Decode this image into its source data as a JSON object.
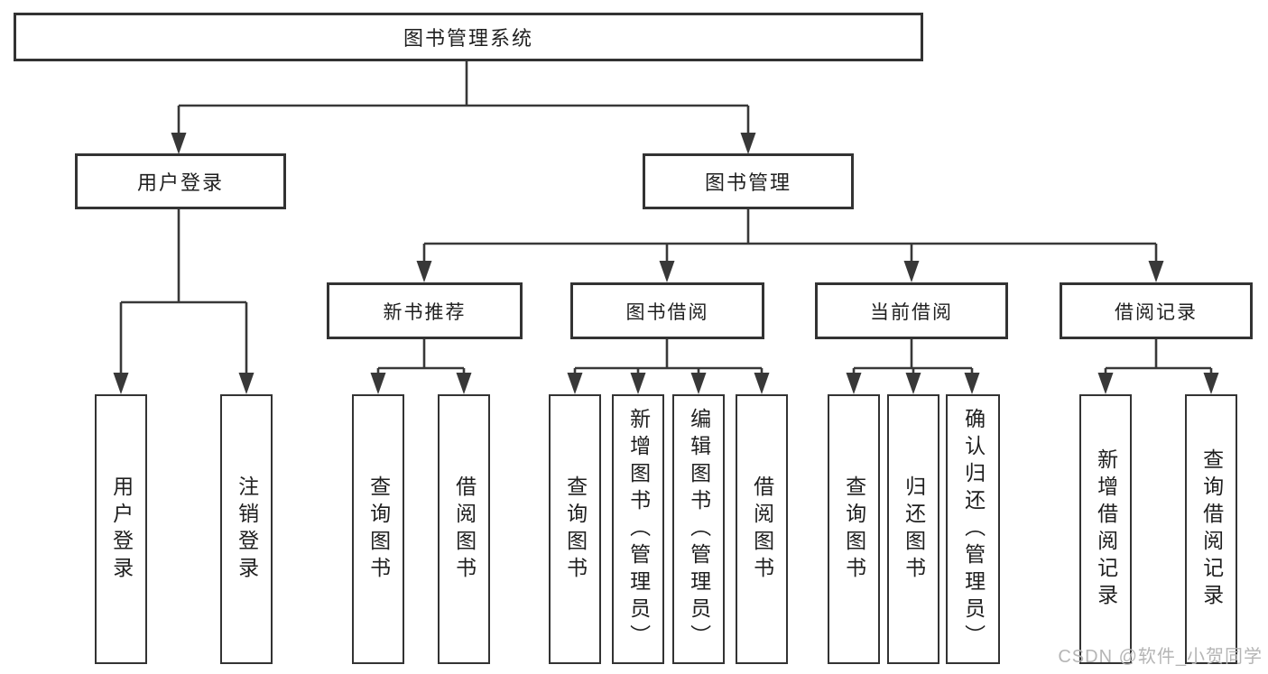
{
  "diagram": {
    "title": "图书管理系统",
    "root": {
      "label": "图书管理系统"
    },
    "branches": [
      {
        "label": "用户登录",
        "children": [
          {
            "label": "用户登录"
          },
          {
            "label": "注销登录"
          }
        ]
      },
      {
        "label": "图书管理",
        "groups": [
          {
            "label": "新书推荐",
            "children": [
              {
                "label": "查询图书"
              },
              {
                "label": "借阅图书"
              }
            ]
          },
          {
            "label": "图书借阅",
            "children": [
              {
                "label": "查询图书"
              },
              {
                "label": "新增图书（管理员）"
              },
              {
                "label": "编辑图书（管理员）"
              },
              {
                "label": "借阅图书"
              }
            ]
          },
          {
            "label": "当前借阅",
            "children": [
              {
                "label": "查询图书"
              },
              {
                "label": "归还图书"
              },
              {
                "label": "确认归还（管理员）"
              }
            ]
          },
          {
            "label": "借阅记录",
            "children": [
              {
                "label": "新增借阅记录"
              },
              {
                "label": "查询借阅记录"
              }
            ]
          }
        ]
      }
    ],
    "colors": {
      "box_border": "#333333",
      "connector": "#383838",
      "text": "#1f1f1f",
      "background": "#ffffff"
    }
  },
  "watermark": {
    "text": "CSDN @软件_小贺同学",
    "color": "#b5b5b5"
  }
}
